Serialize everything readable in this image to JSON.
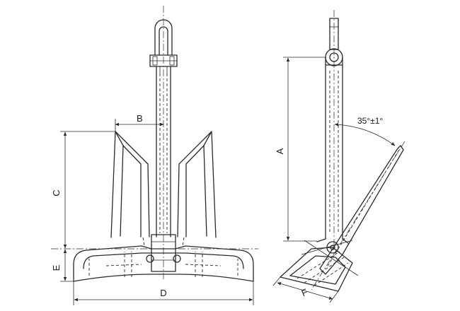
{
  "dimensions": {
    "a": "A",
    "b": "B",
    "c": "C",
    "d": "D",
    "e": "E",
    "f": "F",
    "angle": "35°±1°"
  }
}
